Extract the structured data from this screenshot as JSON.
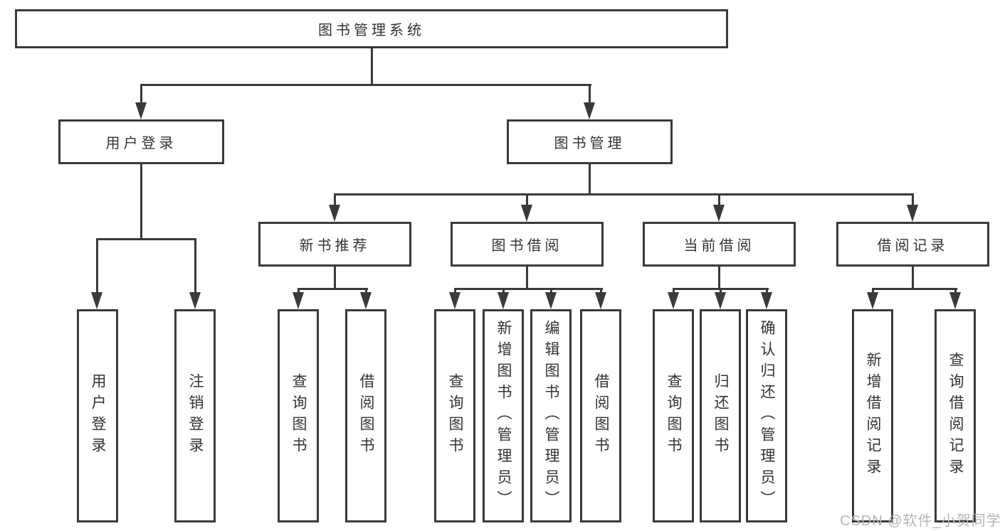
{
  "title": "图书管理系统",
  "watermark": "CSDN @软件_小贺同学",
  "colors": {
    "line": "#3a3a3a",
    "text": "#333333",
    "watermark": "#b5b5b5",
    "background": "#ffffff"
  },
  "tree": {
    "root": {
      "label": "图书管理系统"
    },
    "branches": [
      {
        "label": "用户登录",
        "children": [
          {
            "label": "用户登录"
          },
          {
            "label": "注销登录"
          }
        ]
      },
      {
        "label": "图书管理",
        "children": [
          {
            "label": "新书推荐",
            "children": [
              {
                "label": "查询图书"
              },
              {
                "label": "借阅图书"
              }
            ]
          },
          {
            "label": "图书借阅",
            "children": [
              {
                "label": "查询图书"
              },
              {
                "label": "新增图书（管理员）"
              },
              {
                "label": "编辑图书（管理员）"
              },
              {
                "label": "借阅图书"
              }
            ]
          },
          {
            "label": "当前借阅",
            "children": [
              {
                "label": "查询图书"
              },
              {
                "label": "归还图书"
              },
              {
                "label": "确认归还（管理员）"
              }
            ]
          },
          {
            "label": "借阅记录",
            "children": [
              {
                "label": "新增借阅记录"
              },
              {
                "label": "查询借阅记录"
              }
            ]
          }
        ]
      }
    ]
  }
}
